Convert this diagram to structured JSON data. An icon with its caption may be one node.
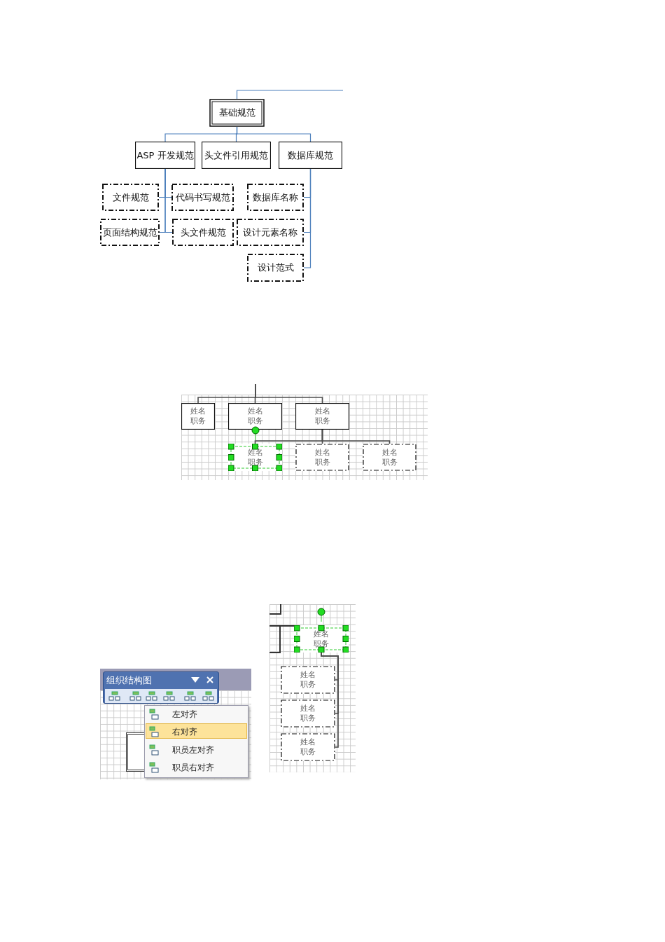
{
  "diagram": {
    "nodes": [
      {
        "text": [
          "基础规范"
        ]
      },
      {
        "text": [
          "ASP 开发规范"
        ]
      },
      {
        "text": [
          "头文件引用规范"
        ]
      },
      {
        "text": [
          "数据库规范"
        ]
      },
      {
        "text": [
          "文件规范"
        ]
      },
      {
        "text": [
          "代码书写规范"
        ]
      },
      {
        "text": [
          "数据库名称"
        ]
      },
      {
        "text": [
          "页面结构规范"
        ]
      },
      {
        "text": [
          "头文件规范"
        ]
      },
      {
        "text": [
          "设计元素名称"
        ]
      },
      {
        "text": [
          "设计范式"
        ]
      },
      {
        "text": [
          "姓名职务"
        ]
      },
      {
        "text": [
          "姓名职务"
        ]
      },
      {
        "text": [
          "姓名职务"
        ]
      },
      {
        "text": [
          "姓名职务"
        ]
      },
      {
        "text": [
          "姓名职务"
        ]
      },
      {
        "text": [
          "姓名职务"
        ]
      },
      {
        "text": [
          "姓名职务"
        ]
      },
      {
        "text": [
          "姓名职务"
        ]
      },
      {
        "text": [
          "姓名职务"
        ]
      },
      {
        "text": [
          "姓名职务"
        ]
      }
    ],
    "edges": [
      {
        "from": null,
        "to": 0,
        "arrow": "none"
      },
      {
        "from": 0,
        "to": 1,
        "arrow": "none"
      },
      {
        "from": 0,
        "to": 2,
        "arrow": "none"
      },
      {
        "from": 0,
        "to": 3,
        "arrow": "none"
      },
      {
        "from": 1,
        "to": 4,
        "arrow": "none"
      },
      {
        "from": 1,
        "to": 5,
        "arrow": "none"
      },
      {
        "from": 1,
        "to": 7,
        "arrow": "none"
      },
      {
        "from": 1,
        "to": 8,
        "arrow": "none"
      },
      {
        "from": 3,
        "to": 6,
        "arrow": "none"
      },
      {
        "from": 3,
        "to": 9,
        "arrow": "none"
      },
      {
        "from": 3,
        "to": 10,
        "arrow": "none"
      },
      {
        "from": null,
        "to": 11,
        "arrow": "none",
        "color": "#4d4d4d"
      },
      {
        "from": null,
        "to": 12,
        "arrow": "none",
        "color": "#4d4d4d"
      },
      {
        "from": null,
        "to": 13,
        "arrow": "none",
        "color": "#4d4d4d"
      },
      {
        "from": 13,
        "to": 14,
        "arrow": "none",
        "color": "#4d4d4d"
      },
      {
        "from": 13,
        "to": 15,
        "arrow": "none",
        "color": "#4d4d4d"
      },
      {
        "from": 13,
        "to": 16,
        "arrow": "none",
        "color": "#4d4d4d"
      },
      {
        "from": 17,
        "to": 18,
        "arrow": "none",
        "color": "#4d4d4d"
      },
      {
        "from": 17,
        "to": 19,
        "arrow": "none",
        "color": "#4d4d4d"
      },
      {
        "from": 17,
        "to": 20,
        "arrow": "none",
        "color": "#4d4d4d"
      }
    ],
    "labels": [
      "组织结构图",
      "左对齐",
      "右对齐",
      "职员左对齐",
      "职员右对齐"
    ]
  }
}
